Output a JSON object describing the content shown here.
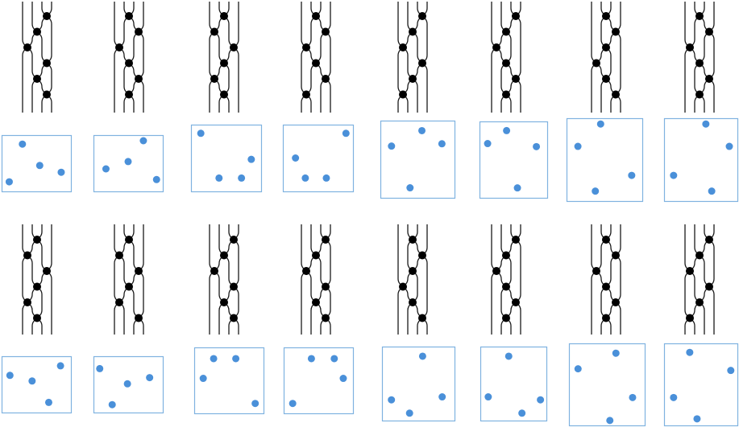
{
  "colors": {
    "strand": "#1a1a1a",
    "crossing_node": "#000000",
    "box_border": "#7fb2e0",
    "point": "#4a90d9",
    "background": "#ffffff"
  },
  "diagram": {
    "rows": 2,
    "columns": 8,
    "strands_per_diagram": 4,
    "crossings_per_diagram": 6,
    "points_per_box": 4,
    "panels": [
      {
        "row": 0,
        "col": 0,
        "crossings": [
          [
            2,
            0
          ],
          [
            1,
            1
          ],
          [
            0,
            2
          ],
          [
            2,
            3
          ],
          [
            1,
            4
          ],
          [
            2,
            5
          ]
        ]
      },
      {
        "row": 0,
        "col": 1,
        "crossings": [
          [
            1,
            0
          ],
          [
            2,
            1
          ],
          [
            0,
            2
          ],
          [
            1,
            3
          ],
          [
            2,
            4
          ],
          [
            1,
            5
          ]
        ]
      },
      {
        "row": 0,
        "col": 2,
        "crossings": [
          [
            1,
            0
          ],
          [
            0,
            1
          ],
          [
            2,
            2
          ],
          [
            1,
            3
          ],
          [
            0,
            4
          ],
          [
            1,
            5
          ]
        ]
      },
      {
        "row": 0,
        "col": 3,
        "crossings": [
          [
            1,
            0
          ],
          [
            2,
            1
          ],
          [
            0,
            2
          ],
          [
            1,
            3
          ],
          [
            2,
            4
          ],
          [
            0,
            5
          ]
        ]
      },
      {
        "row": 0,
        "col": 4,
        "crossings": [
          [
            2,
            0
          ],
          [
            1,
            1
          ],
          [
            0,
            2
          ],
          [
            2,
            3
          ],
          [
            1,
            4
          ],
          [
            0,
            5
          ]
        ]
      },
      {
        "row": 0,
        "col": 5,
        "crossings": [
          [
            2,
            0
          ],
          [
            1,
            1
          ],
          [
            0,
            2
          ],
          [
            1,
            3
          ],
          [
            2,
            4
          ],
          [
            1,
            5
          ]
        ]
      },
      {
        "row": 0,
        "col": 6,
        "crossings": [
          [
            1,
            0
          ],
          [
            2,
            1
          ],
          [
            1,
            2
          ],
          [
            0,
            3
          ],
          [
            1,
            4
          ],
          [
            2,
            5
          ]
        ]
      },
      {
        "row": 0,
        "col": 7,
        "crossings": [
          [
            1,
            0
          ],
          [
            2,
            1
          ],
          [
            0,
            2
          ],
          [
            1,
            3
          ],
          [
            2,
            4
          ],
          [
            1,
            5
          ]
        ]
      },
      {
        "row": 1,
        "col": 0,
        "crossings": [
          [
            1,
            0
          ],
          [
            0,
            1
          ],
          [
            2,
            2
          ],
          [
            1,
            3
          ],
          [
            0,
            4
          ],
          [
            1,
            5
          ]
        ]
      },
      {
        "row": 1,
        "col": 1,
        "crossings": [
          [
            1,
            0
          ],
          [
            0,
            1
          ],
          [
            2,
            2
          ],
          [
            1,
            3
          ],
          [
            0,
            4
          ],
          [
            2,
            5
          ]
        ]
      },
      {
        "row": 1,
        "col": 2,
        "crossings": [
          [
            2,
            0
          ],
          [
            1,
            1
          ],
          [
            0,
            2
          ],
          [
            2,
            3
          ],
          [
            1,
            4
          ],
          [
            2,
            5
          ]
        ]
      },
      {
        "row": 1,
        "col": 3,
        "crossings": [
          [
            2,
            0
          ],
          [
            1,
            1
          ],
          [
            0,
            2
          ],
          [
            2,
            3
          ],
          [
            1,
            4
          ],
          [
            2,
            5
          ]
        ]
      },
      {
        "row": 1,
        "col": 4,
        "crossings": [
          [
            1,
            0
          ],
          [
            2,
            1
          ],
          [
            1,
            2
          ],
          [
            0,
            3
          ],
          [
            1,
            4
          ],
          [
            2,
            5
          ]
        ]
      },
      {
        "row": 1,
        "col": 5,
        "crossings": [
          [
            2,
            0
          ],
          [
            1,
            1
          ],
          [
            0,
            2
          ],
          [
            1,
            3
          ],
          [
            2,
            4
          ],
          [
            1,
            5
          ]
        ]
      },
      {
        "row": 1,
        "col": 6,
        "crossings": [
          [
            1,
            0
          ],
          [
            2,
            1
          ],
          [
            0,
            2
          ],
          [
            1,
            3
          ],
          [
            2,
            4
          ],
          [
            1,
            5
          ]
        ]
      },
      {
        "row": 1,
        "col": 7,
        "crossings": [
          [
            2,
            0
          ],
          [
            1,
            1
          ],
          [
            0,
            2
          ],
          [
            2,
            3
          ],
          [
            1,
            4
          ],
          [
            0,
            5
          ]
        ]
      }
    ]
  }
}
